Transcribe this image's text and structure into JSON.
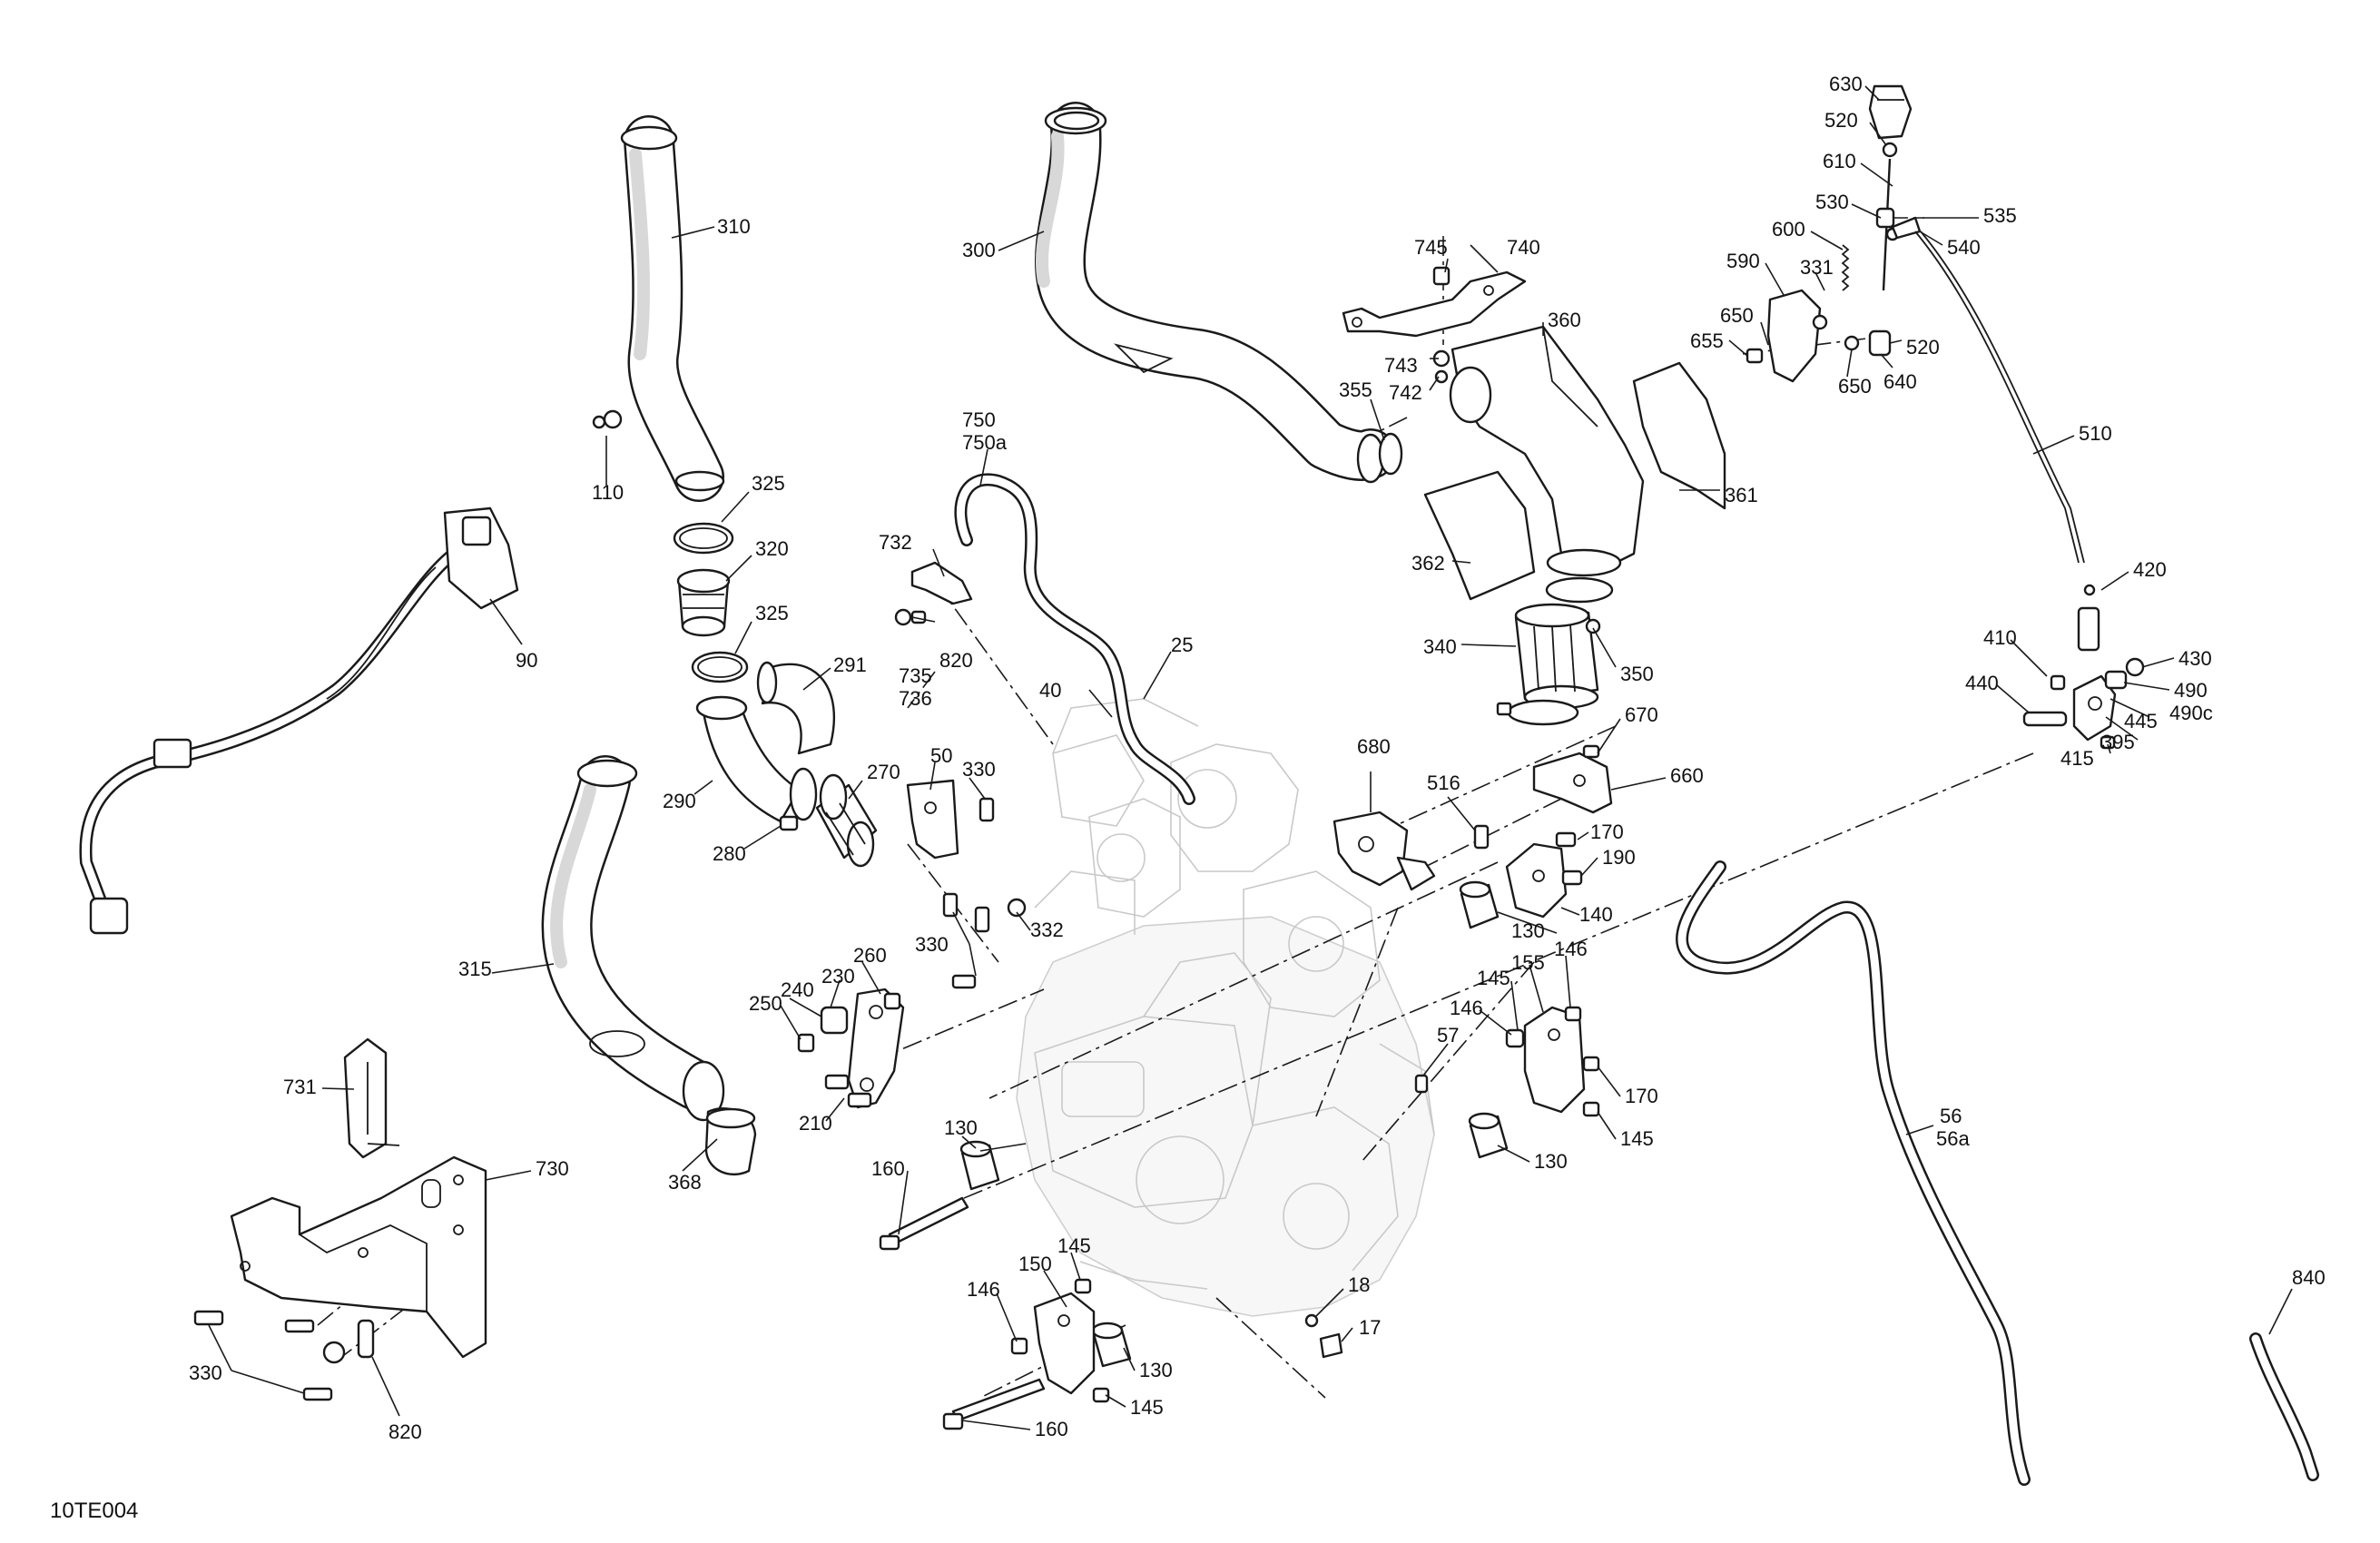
{
  "figure_ref": "10TE004",
  "callouts": [
    "310",
    "110",
    "325",
    "320",
    "325",
    "291",
    "290",
    "280",
    "270",
    "90",
    "315",
    "368",
    "731",
    "730",
    "330",
    "820",
    "300",
    "745",
    "740",
    "743",
    "742",
    "360",
    "355",
    "361",
    "362",
    "340",
    "350",
    "750",
    "750a",
    "732",
    "735",
    "736",
    "820",
    "25",
    "40",
    "50",
    "330",
    "330",
    "332",
    "260",
    "230",
    "240",
    "250",
    "210",
    "130",
    "160",
    "680",
    "516",
    "670",
    "660",
    "170",
    "190",
    "140",
    "130",
    "145",
    "155",
    "146",
    "146",
    "57",
    "170",
    "145",
    "130",
    "145",
    "150",
    "146",
    "130",
    "145",
    "160",
    "18",
    "17",
    "630",
    "520",
    "610",
    "530",
    "535",
    "540",
    "600",
    "331",
    "590",
    "650",
    "655",
    "520",
    "650",
    "640",
    "510",
    "420",
    "410",
    "430",
    "440",
    "490",
    "490c",
    "445",
    "415",
    "395",
    "56",
    "56a",
    "840"
  ]
}
